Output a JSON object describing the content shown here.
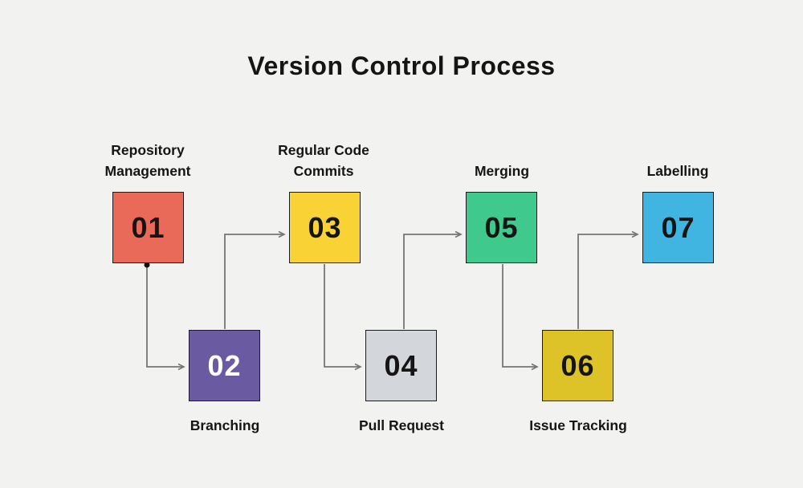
{
  "title": "Version Control Process",
  "background_color": "#f2f2f1",
  "connector_color": "#757575",
  "box_border_color": "#1c1c1c",
  "steps": [
    {
      "number": "01",
      "label": "Repository Management",
      "color": "#e96a58",
      "text_color": "#151515",
      "label_position": "top"
    },
    {
      "number": "02",
      "label": "Branching",
      "color": "#6a5aa1",
      "text_color": "#ffffff",
      "label_position": "bottom"
    },
    {
      "number": "03",
      "label": "Regular Code Commits",
      "color": "#f9d335",
      "text_color": "#151515",
      "label_position": "top"
    },
    {
      "number": "04",
      "label": "Pull Request",
      "color": "#d3d7dc",
      "text_color": "#151515",
      "label_position": "bottom"
    },
    {
      "number": "05",
      "label": "Merging",
      "color": "#3fc98d",
      "text_color": "#151515",
      "label_position": "top"
    },
    {
      "number": "06",
      "label": "Issue Tracking",
      "color": "#ddc328",
      "text_color": "#151515",
      "label_position": "bottom"
    },
    {
      "number": "07",
      "label": "Labelling",
      "color": "#41b5e2",
      "text_color": "#151515",
      "label_position": "top"
    }
  ],
  "flow_order": "01 > 02 > 03 > 04 > 05 > 06 > 07"
}
